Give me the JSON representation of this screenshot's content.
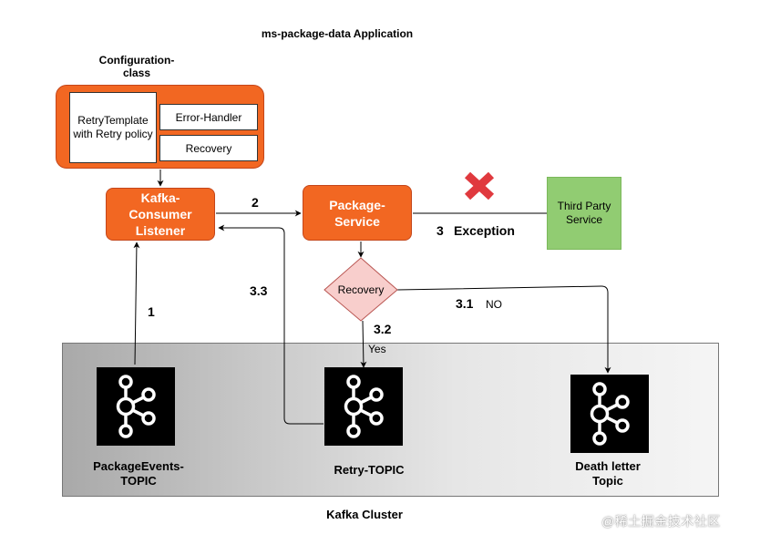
{
  "title": "ms-package-data Application",
  "config": {
    "label": "Configuration-\nclass",
    "retry_template": "RetryTemplate\nwith Retry policy",
    "error_handler": "Error-Handler",
    "recovery": "Recovery"
  },
  "nodes": {
    "kafka_consumer": "Kafka-\nConsumer\nListener",
    "package_service": "Package-\nService",
    "third_party": "Third Party\nService",
    "recovery_decision": "Recovery"
  },
  "edge_labels": {
    "step1": "1",
    "step2": "2",
    "step3": "3",
    "exception": "Exception",
    "step3_1": "3.1",
    "no": "NO",
    "step3_2": "3.2",
    "yes": "Yes",
    "step3_3": "3.3"
  },
  "cluster": {
    "label": "Kafka Cluster",
    "topics": [
      "PackageEvents-\nTOPIC",
      "Retry-TOPIC",
      "Death letter\nTopic"
    ]
  },
  "watermark": "@稀土掘金技术社区",
  "colors": {
    "orange": "#f26722",
    "green": "#91cc72",
    "decision": "#f8cecc",
    "cross": "#e0393e"
  },
  "icons": {
    "cross": "cross-icon",
    "kafka": "kafka-logo-icon"
  }
}
